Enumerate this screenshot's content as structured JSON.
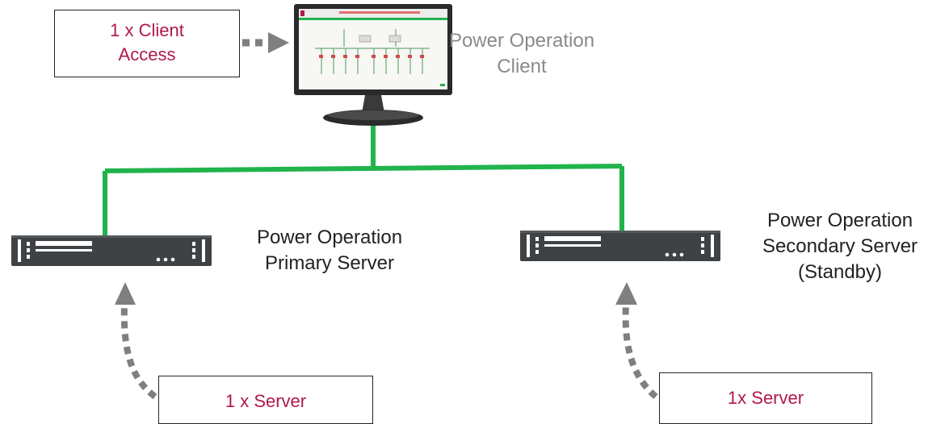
{
  "labels": {
    "client_access": [
      "1 x Client",
      "Access"
    ],
    "server_primary_license": "1 x Server",
    "server_secondary_license": "1x Server"
  },
  "captions": {
    "client": [
      "Power Operation",
      "Client"
    ],
    "primary": [
      "Power Operation",
      "Primary Server"
    ],
    "secondary": [
      "Power Operation",
      "Secondary Server",
      "(Standby)"
    ]
  },
  "colors": {
    "label_text": "#b0184e",
    "network_line": "#21b34c",
    "arrow": "#7f7f7f",
    "server_body": "#3f4244",
    "monitor_frame": "#2a2a2a",
    "client_caption": "#8a8a8a"
  },
  "icons": {
    "monitor": "monitor-icon",
    "server": "server-rack-icon"
  }
}
